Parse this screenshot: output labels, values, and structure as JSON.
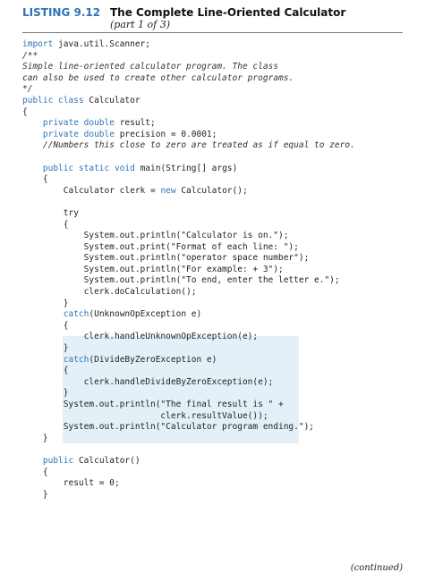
{
  "listing": {
    "label": "LISTING 9.12",
    "title": "The Complete Line-Oriented Calculator",
    "subtitle": "(part 1 of 3)"
  },
  "code": {
    "lines": [
      [
        {
          "t": "import",
          "c": "k"
        },
        {
          "t": " java.util.Scanner;"
        }
      ],
      [
        {
          "t": "/**",
          "c": "c"
        }
      ],
      [
        {
          "t": "Simple line-oriented calculator program. The class",
          "c": "c"
        }
      ],
      [
        {
          "t": "can also be used to create other calculator programs.",
          "c": "c"
        }
      ],
      [
        {
          "t": "*/",
          "c": "c"
        }
      ],
      [
        {
          "t": "public class",
          "c": "k"
        },
        {
          "t": " Calculator"
        }
      ],
      [
        {
          "t": "{"
        }
      ],
      [
        {
          "t": "    "
        },
        {
          "t": "private double",
          "c": "k"
        },
        {
          "t": " result;"
        }
      ],
      [
        {
          "t": "    "
        },
        {
          "t": "private double",
          "c": "k"
        },
        {
          "t": " precision = 0.0001;"
        }
      ],
      [
        {
          "t": "    "
        },
        {
          "t": "//Numbers this close to zero are treated as if equal to zero.",
          "c": "c"
        }
      ],
      [
        {
          "t": ""
        }
      ],
      [
        {
          "t": "    "
        },
        {
          "t": "public static void",
          "c": "k"
        },
        {
          "t": " main(String[] args)"
        }
      ],
      [
        {
          "t": "    {"
        }
      ],
      [
        {
          "t": "        Calculator clerk = "
        },
        {
          "t": "new",
          "c": "k"
        },
        {
          "t": " Calculator();"
        }
      ],
      [
        {
          "t": ""
        }
      ],
      [
        {
          "t": "        try"
        }
      ],
      [
        {
          "t": "        {"
        }
      ],
      [
        {
          "t": "            System.out.println(\"Calculator is on.\");"
        }
      ],
      [
        {
          "t": "            System.out.print(\"Format of each line: \");"
        }
      ],
      [
        {
          "t": "            System.out.println(\"operator space number\");"
        }
      ],
      [
        {
          "t": "            System.out.println(\"For example: + 3\");"
        }
      ],
      [
        {
          "t": "            System.out.println(\"To end, enter the letter e.\");"
        }
      ],
      [
        {
          "t": "            clerk.doCalculation();"
        }
      ],
      [
        {
          "t": "        }"
        }
      ],
      [
        {
          "t": "        "
        },
        {
          "t": "catch",
          "c": "k"
        },
        {
          "t": "(UnknownOpException e)"
        }
      ],
      [
        {
          "t": "        {"
        }
      ],
      [
        {
          "t": "            clerk.handleUnknownOpException(e);"
        }
      ],
      [
        {
          "t": "        }"
        }
      ],
      [
        {
          "t": "        "
        },
        {
          "t": "catch",
          "c": "k"
        },
        {
          "t": "(DivideByZeroException e)"
        }
      ],
      [
        {
          "t": "        {"
        }
      ],
      [
        {
          "t": "            clerk.handleDivideByZeroException(e);"
        }
      ],
      [
        {
          "t": "        }"
        }
      ],
      [
        {
          "t": "        System.out.println(\"The final result is \" +"
        }
      ],
      [
        {
          "t": "                           clerk.resultValue());"
        }
      ],
      [
        {
          "t": "        System.out.println(\"Calculator program ending.\");"
        }
      ],
      [
        {
          "t": "    }"
        }
      ],
      [
        {
          "t": ""
        }
      ],
      [
        {
          "t": "    "
        },
        {
          "t": "public",
          "c": "k"
        },
        {
          "t": " Calculator()"
        }
      ],
      [
        {
          "t": "    {"
        }
      ],
      [
        {
          "t": "        result = 0;"
        }
      ],
      [
        {
          "t": "    }"
        }
      ]
    ]
  },
  "footer": {
    "continued": "(continued)"
  }
}
